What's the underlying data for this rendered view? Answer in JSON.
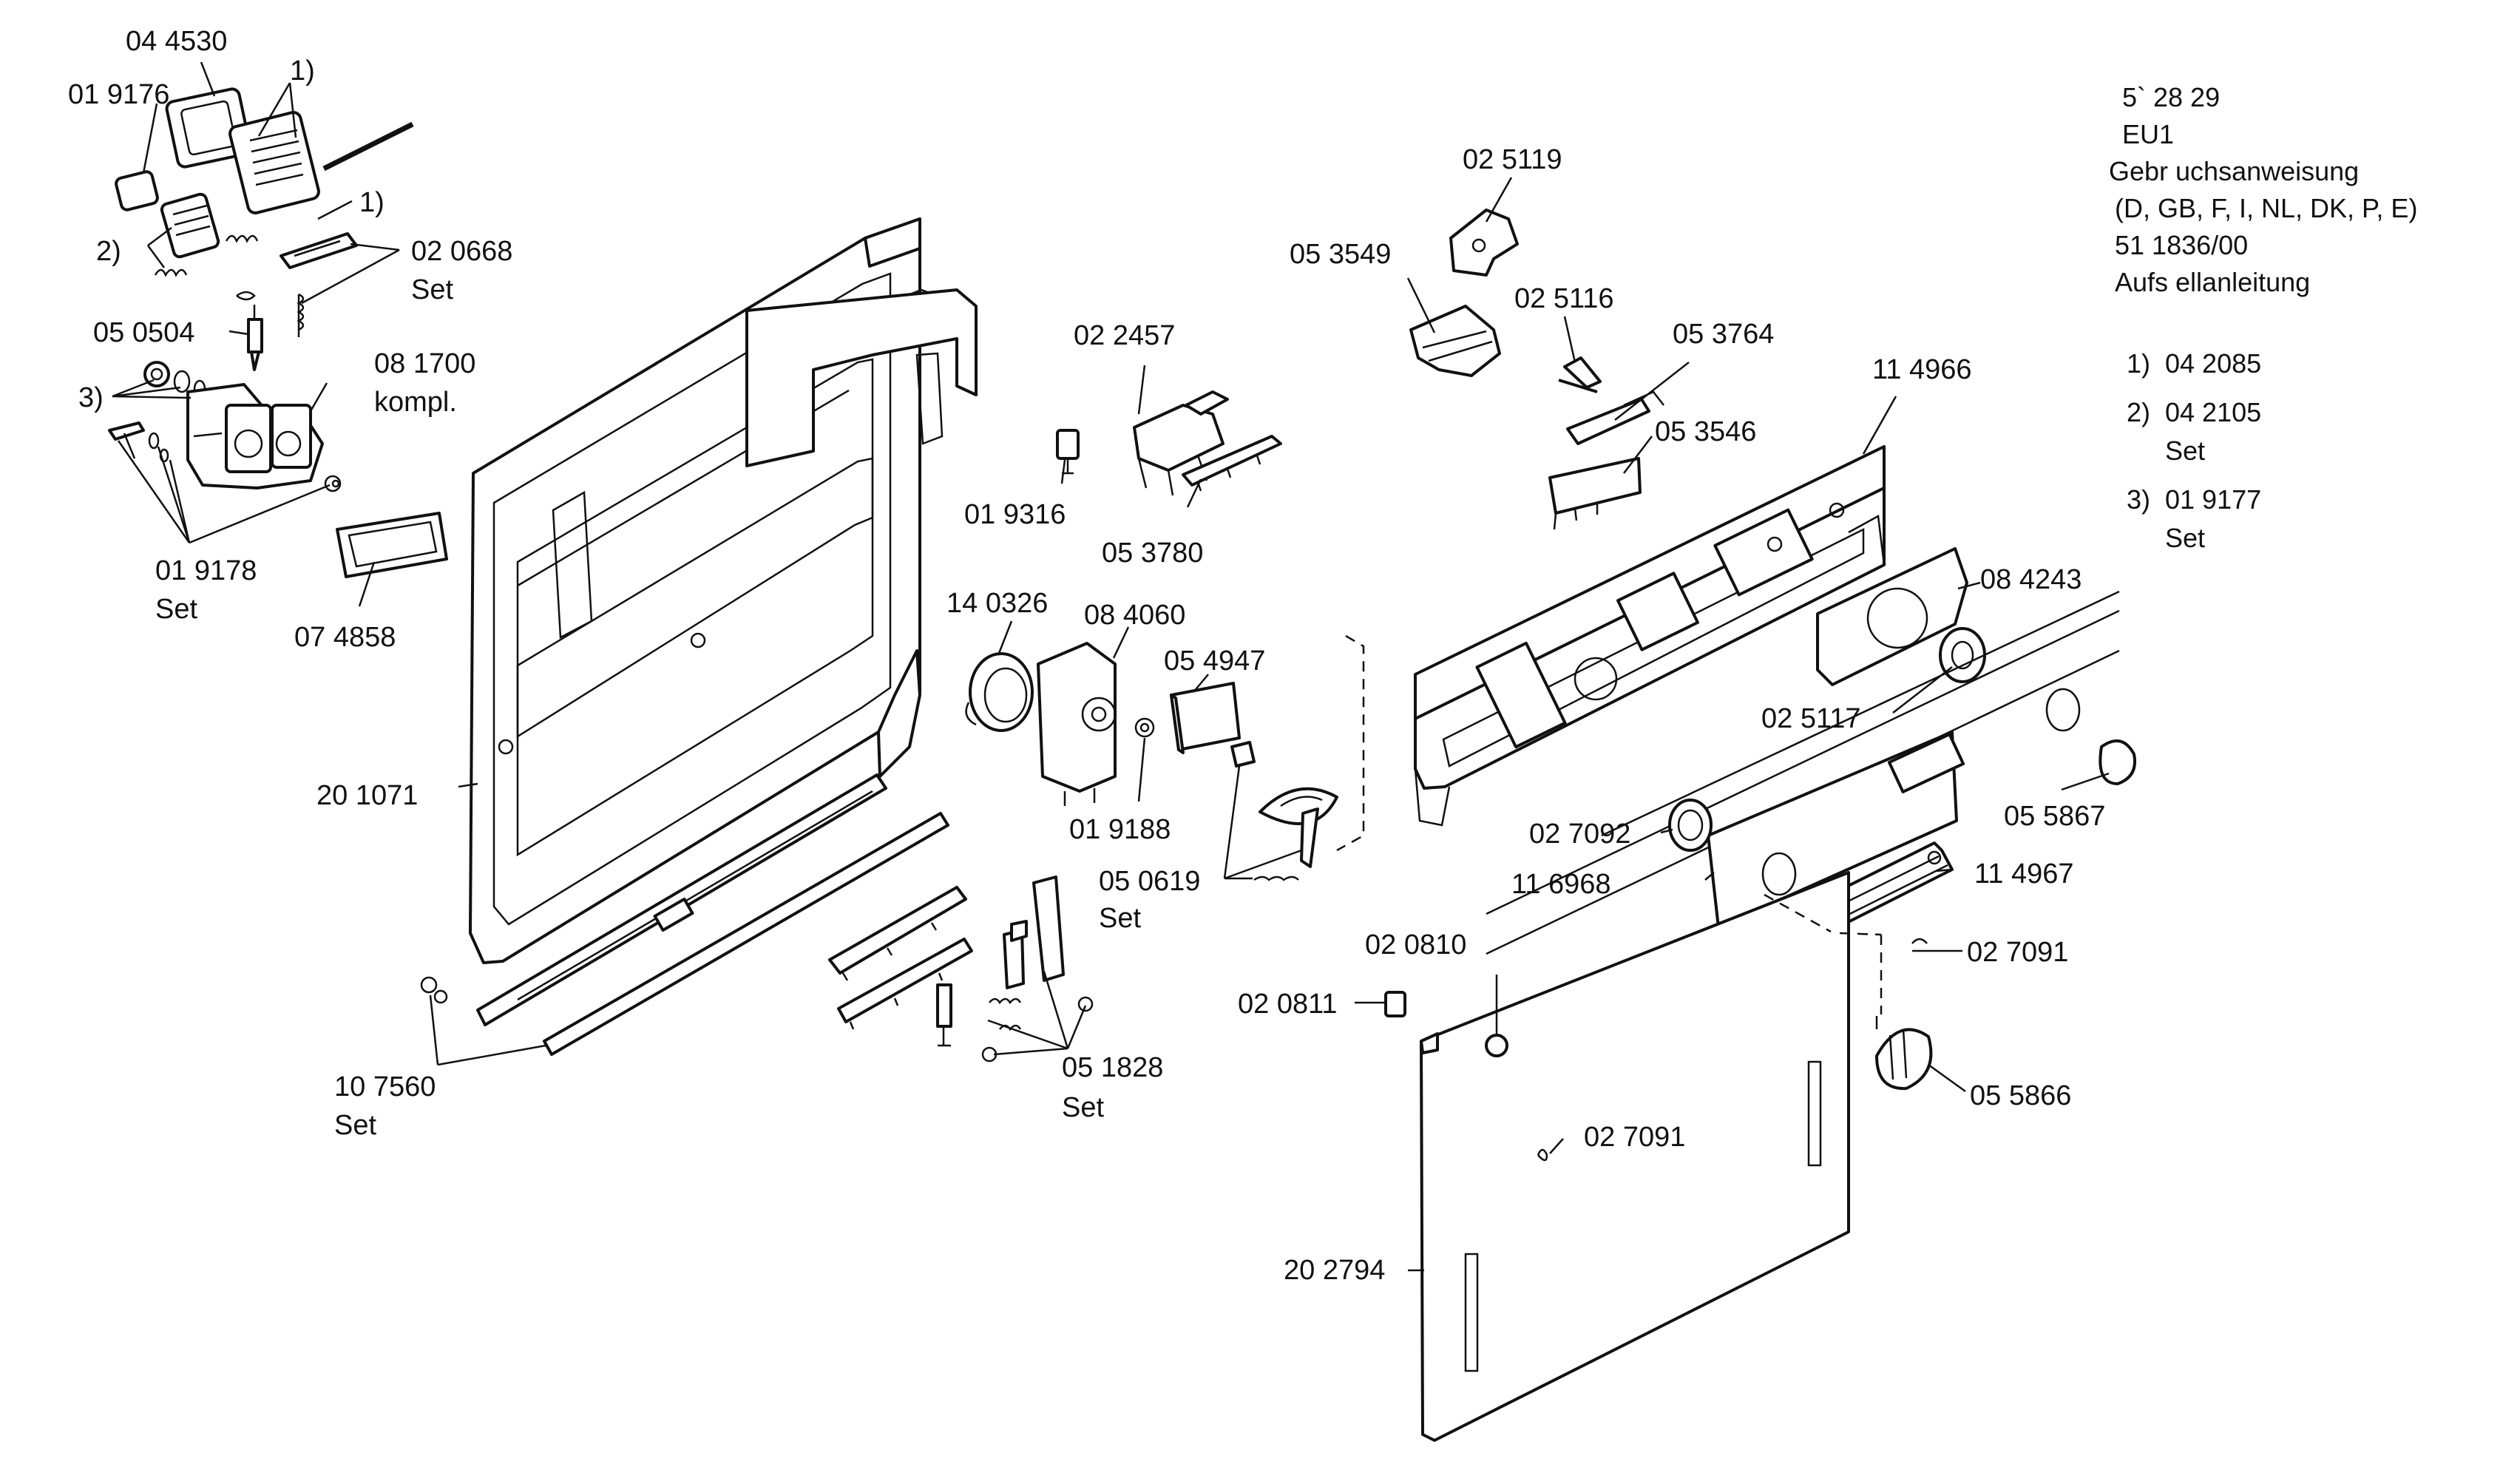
{
  "header_notes": [
    "5` 28 29",
    "EU1",
    "Gebr uchsanweisung",
    "(D, GB, F, I, NL, DK, P, E)",
    "51 1836/00",
    "Aufs ellanleitung"
  ],
  "footnotes": [
    {
      "key": "1)",
      "text": "04 2085"
    },
    {
      "key": "2)",
      "text": "04 2105",
      "sub": "Set"
    },
    {
      "key": "3)",
      "text": "01 9177",
      "sub": "Set"
    }
  ],
  "ref_marks": [
    "1)",
    "1)",
    "2)",
    "3)"
  ],
  "part_labels": [
    "04 4530",
    "01 9176",
    "02 0668",
    "Set",
    "05 0504",
    "08 1700",
    "kompl.",
    "01 9178",
    "Set",
    "07 4858",
    "20 1071",
    "10 7560",
    "Set",
    "02 2457",
    "01 9316",
    "05 3780",
    "14 0326",
    "08 4060",
    "05 4947",
    "01 9188",
    "05 0619",
    "Set",
    "05 1828",
    "Set",
    "02 5119",
    "05 3549",
    "02 5116",
    "05 3764",
    "05 3546",
    "11 4966",
    "08 4243",
    "02 5117",
    "05 5867",
    "02 7092",
    "11 6968",
    "11 4967",
    "02 0810",
    "02 7091",
    "02 0811",
    "02 7091",
    "05 5866",
    "20 2794"
  ]
}
